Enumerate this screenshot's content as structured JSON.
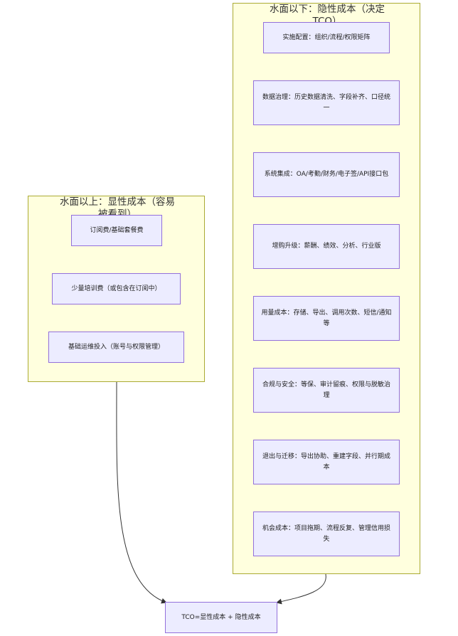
{
  "diagram": {
    "above_water": {
      "title": "水面以上：显性成本（容易被看到）",
      "items": [
        "订阅费/基础套餐费",
        "少量培训费（或包含在订阅中）",
        "基础运维投入（账号与权限管理）"
      ]
    },
    "below_water": {
      "title": "水面以下：隐性成本（决定TCO）",
      "items": [
        "实施配置：组织/流程/权限矩阵",
        "数据治理：历史数据清洗、字段补齐、口径统一",
        "系统集成：OA/考勤/财务/电子签/API接口包",
        "增购升级：薪酬、绩效、分析、行业版",
        "用量成本：存储、导出、调用次数、短信/通知等",
        "合规与安全：等保、审计留痕、权限与脱敏治理",
        "退出与迁移：导出协助、重建字段、并行期成本",
        "机会成本：项目拖期、流程反复、管理信用损失"
      ]
    },
    "result": {
      "label": "TCO=显性成本 + 隐性成本"
    },
    "colors": {
      "cluster_fill": "#ffffde",
      "cluster_border": "#aaaa33",
      "node_fill": "#ececff",
      "node_border": "#9370db",
      "edge": "#333333"
    }
  }
}
